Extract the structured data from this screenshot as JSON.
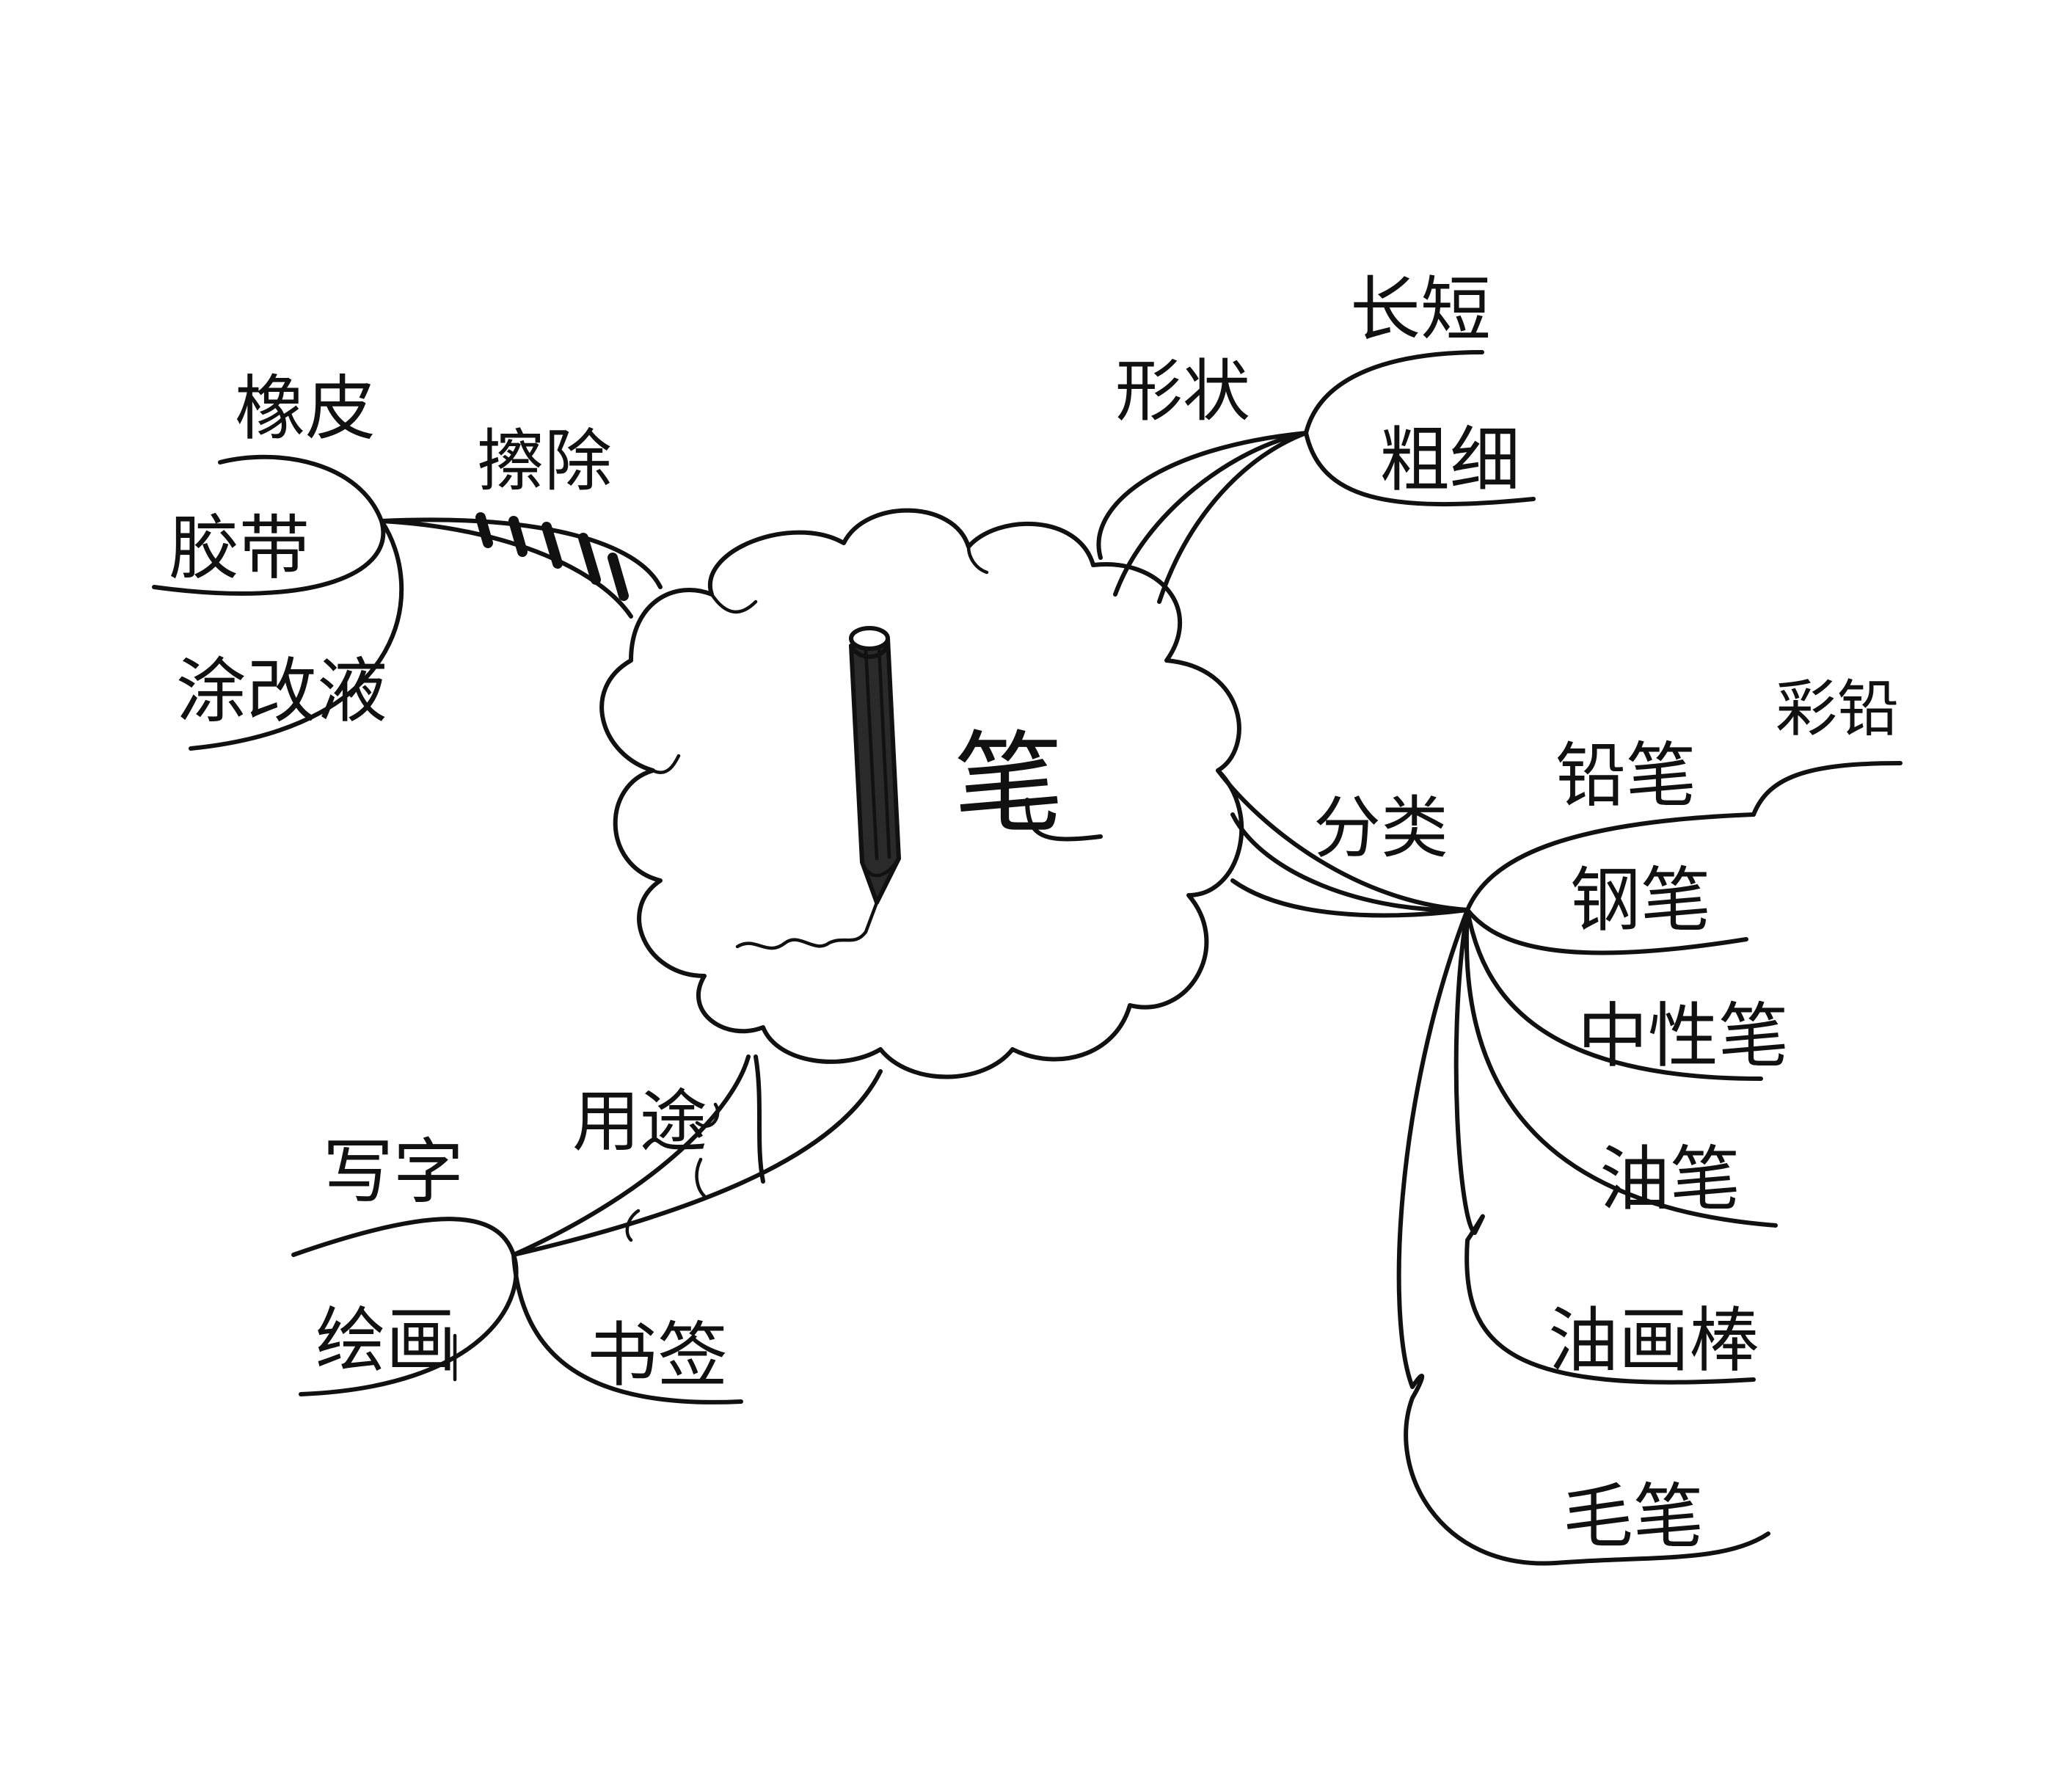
{
  "mindmap": {
    "center": {
      "label": "笔",
      "icon": "pencil-icon"
    },
    "branches": {
      "erase": {
        "label": "擦除",
        "items": [
          "橡皮",
          "胶带",
          "涂改液"
        ]
      },
      "shape": {
        "label": "形状",
        "items": [
          "长短",
          "粗细"
        ]
      },
      "category": {
        "label": "分类",
        "items": [
          "铅笔",
          "钢笔",
          "中性笔",
          "油笔",
          "油画棒",
          "毛笔"
        ],
        "sub_items": {
          "pencil": [
            "彩铅"
          ]
        }
      },
      "usage": {
        "label": "用途",
        "items": [
          "写字",
          "绘画",
          "书签"
        ]
      }
    }
  },
  "style": {
    "ink_color": "#111111",
    "paper_color": "#ffffff"
  }
}
